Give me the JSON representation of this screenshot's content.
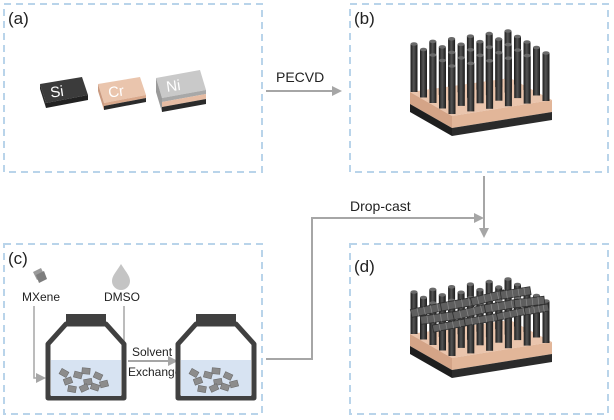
{
  "panels": {
    "a": {
      "label": "(a)"
    },
    "b": {
      "label": "(b)"
    },
    "c": {
      "label": "(c)"
    },
    "d": {
      "label": "(d)"
    }
  },
  "substrates": [
    {
      "text": "Si"
    },
    {
      "text": "Cr"
    },
    {
      "text": "Ni"
    }
  ],
  "steps": {
    "pecvd": "PECVD",
    "dropcast": "Drop-cast",
    "solvent_line1": "Solvent",
    "solvent_line2": "Exchange"
  },
  "materials": {
    "mxene": "MXene",
    "dmso": "DMSO"
  },
  "colors": {
    "dashed_border": "#b9d4ea",
    "arrow": "#a6a6a6",
    "copper": "#e6bca3",
    "dark": "#333333",
    "silver": "#bfbfbf",
    "liquid": "#d7e3f2",
    "flake": "#8c8c8c"
  }
}
